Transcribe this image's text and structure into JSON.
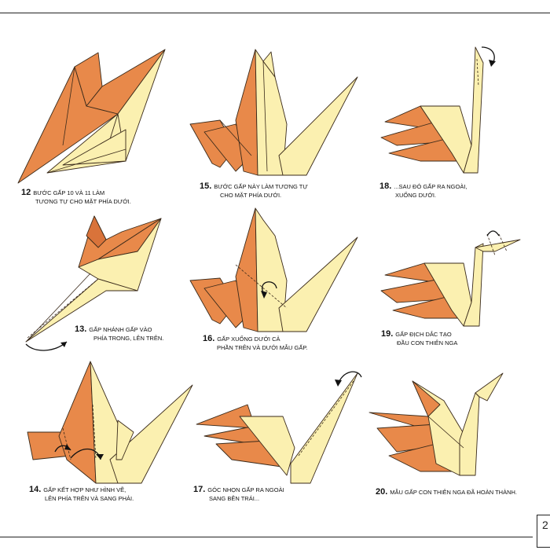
{
  "page_number": "2",
  "steps": [
    {
      "num": "12",
      "lines": [
        "BƯỚC GẤP 10 VÀ 11 LÀM",
        "TƯƠNG TỰ CHO MẶT PHÍA DƯỚI."
      ]
    },
    {
      "num": "13.",
      "lines": [
        "GẤP NHÁNH GẤP VÀO",
        "PHÍA TRONG, LÊN TRÊN."
      ]
    },
    {
      "num": "14.",
      "lines": [
        "GẤP KẾT HỢP NHƯ HÌNH VẼ,",
        "LÊN PHÍA TRÊN VÀ SANG PHẢI."
      ]
    },
    {
      "num": "15.",
      "lines": [
        "BƯỚC GẤP NÀY LÀM TƯƠNG TỰ",
        "CHO MẶT PHÍA DƯỚI."
      ]
    },
    {
      "num": "16.",
      "lines": [
        "GẤP XUỐNG DƯỚI CẢ",
        "PHẦN TRÊN VÀ DƯỚI MẪU GẤP."
      ]
    },
    {
      "num": "17.",
      "lines": [
        "GÓC NHỌN GẤP RA NGOÀI",
        "SANG BÊN TRÁI..."
      ]
    },
    {
      "num": "18.",
      "lines": [
        "...SAU ĐÓ GẤP RA NGOÀI,",
        "XUỐNG DƯỚI."
      ]
    },
    {
      "num": "19.",
      "lines": [
        "GẤP ĐỊCH DẮC TẠO",
        "ĐẦU CON THIÊN NGA"
      ]
    },
    {
      "num": "20.",
      "lines": [
        "MẪU GẤP CON THIÊN NGA ĐÃ HOÀN THÀNH."
      ]
    }
  ],
  "colors": {
    "paper_front": "#e8894a",
    "paper_back": "#fbf0b0",
    "outline": "#3a2a1a"
  }
}
